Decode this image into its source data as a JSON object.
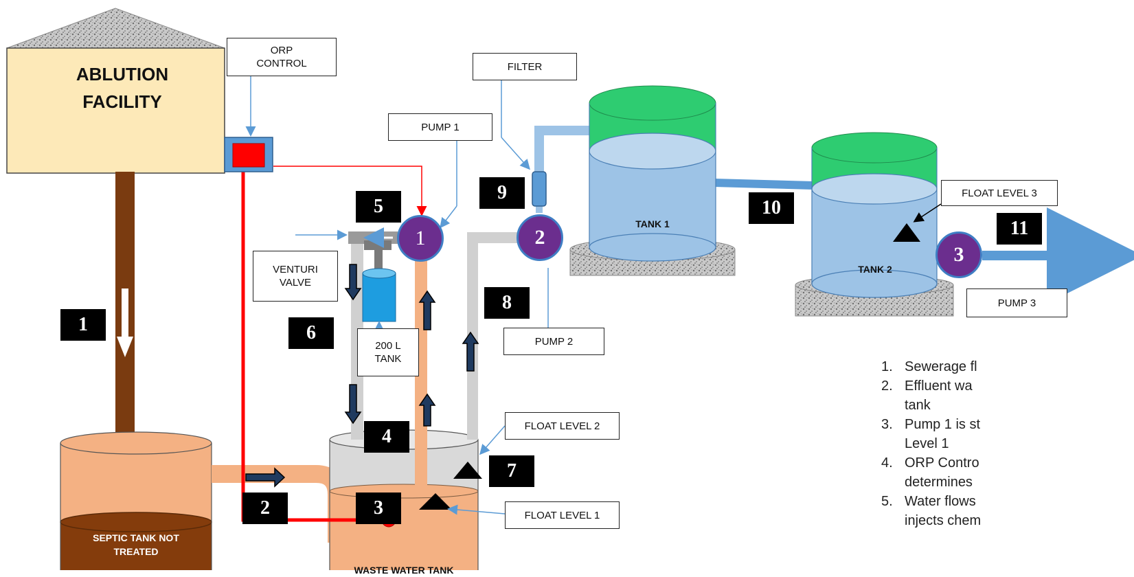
{
  "facility": {
    "line1": "ABLUTION",
    "line2": "FACILITY"
  },
  "labels": {
    "orp_control": [
      "ORP",
      "CONTROL"
    ],
    "filter": "FILTER",
    "pump1": "PUMP 1",
    "pump2": "PUMP 2",
    "pump3": "PUMP 3",
    "venturi_valve": [
      "VENTURI",
      "VALVE"
    ],
    "tank_200l": [
      "200 L",
      "TANK"
    ],
    "float_level_1": "FLOAT LEVEL 1",
    "float_level_2": "FLOAT LEVEL 2",
    "float_level_3": "FLOAT LEVEL 3"
  },
  "tanks": {
    "septic": [
      "SEPTIC TANK NOT",
      "TREATED"
    ],
    "waste_water": "WASTE WATER TANK",
    "tank1": "TANK 1",
    "tank2": "TANK 2"
  },
  "pumps": {
    "p1": "1",
    "p2": "2",
    "p3": "3"
  },
  "step_numbers": [
    "1",
    "2",
    "3",
    "4",
    "5",
    "6",
    "7",
    "8",
    "9",
    "10",
    "11"
  ],
  "steps": [
    {
      "n": "1.",
      "text": "Sewerage fl"
    },
    {
      "n": "2.",
      "text": "Effluent wa"
    },
    {
      "n": "",
      "text": "tank"
    },
    {
      "n": "3.",
      "text": "Pump 1 is st"
    },
    {
      "n": "",
      "text": "Level 1"
    },
    {
      "n": "4.",
      "text": "ORP Contro"
    },
    {
      "n": "",
      "text": "determines"
    },
    {
      "n": "5.",
      "text": "Water flows"
    },
    {
      "n": "",
      "text": "injects chem"
    }
  ],
  "colors": {
    "sewer_pipe": "#7a3b10",
    "septic_fill": "#f4b183",
    "septic_liquid": "#843c0c",
    "control_wire": "#ff0000",
    "water_pipe": "#9dc3e6",
    "tank_body": "#9dc3e6",
    "tank_lid": "#2ecc71",
    "pump": "#6b2e8e",
    "pipe_grey": "#d0d0d0",
    "pipe_orange": "#f4b183",
    "facility": "#fde9b8"
  }
}
